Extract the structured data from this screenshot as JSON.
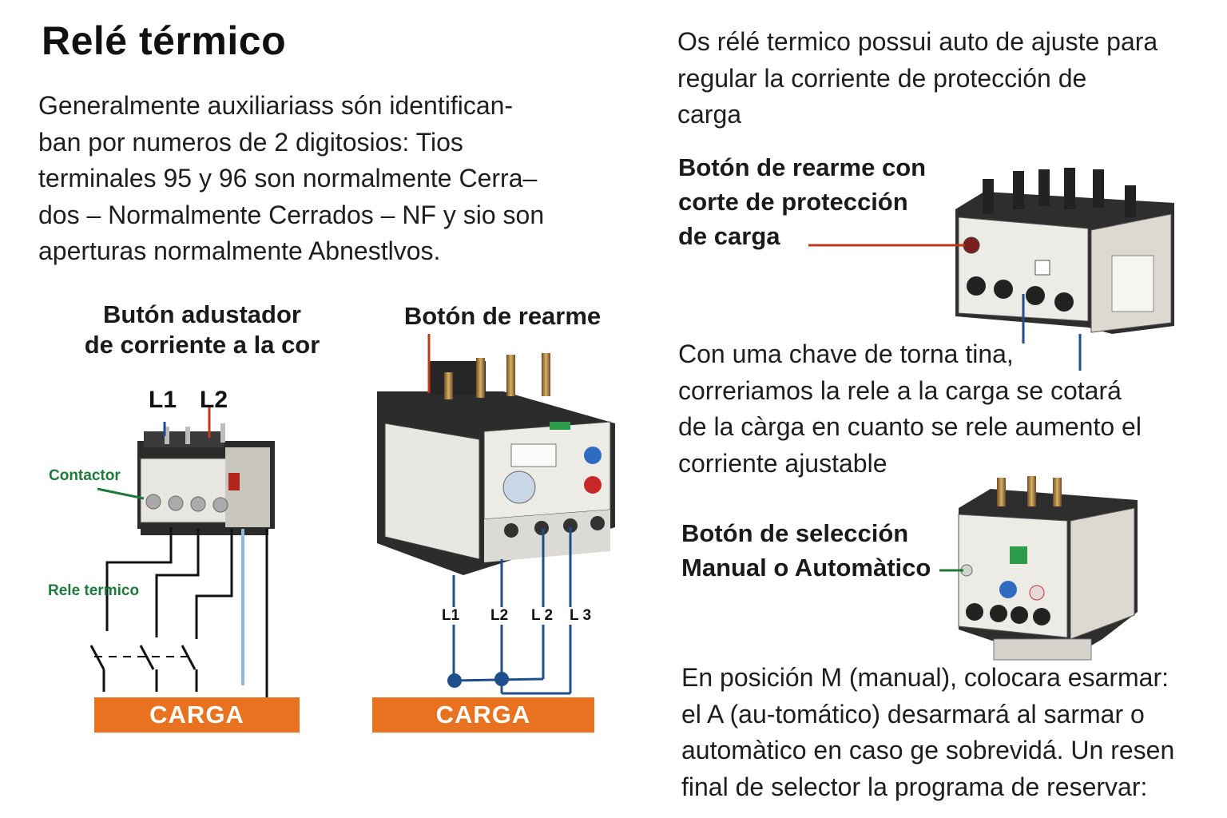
{
  "title": "Relé térmico",
  "left_text": {
    "lines": [
      "Generalmente auxiliariass són identifican-",
      "ban por numeros de 2 digitosios: Tios",
      "terminales 95 y 96  son normalmente Cerra–",
      "dos – Normalmente Cerrados – NF  y sio son",
      "aperturas normalmente Abnestlvos."
    ]
  },
  "diagram_left": {
    "label_line1": "Butón adustador",
    "label_line2": "de corriente a la cor",
    "l1": "L1",
    "l2": "L2",
    "contactor": "Contactor",
    "rele_termico": "Rele termico",
    "carga": "CARGA"
  },
  "diagram_right": {
    "label": "Botón de rearme",
    "l1": "L1",
    "l2a": "L2",
    "l2b": "L 2",
    "l3": "L 3",
    "carga": "CARGA"
  },
  "right_top_text": {
    "lines": [
      "Os rélé termico possui auto de ajuste para",
      "regular  la  corriente de protección   de",
      "carga"
    ]
  },
  "callout_reset": {
    "lines": [
      "Botón de rearme con",
      "corte de protección",
      "de carga"
    ]
  },
  "right_mid_text": {
    "lines": [
      "Con   uma chave de torna tina,",
      "correriamos la rele a la carga se cotará",
      "de la càrga en cuanto se rele aumento el",
      "corriente ajustable"
    ]
  },
  "callout_select": {
    "lines": [
      "Botón de selección",
      "Manual o Automàtico"
    ]
  },
  "right_bottom_text": {
    "lines": [
      "En posición M (manual), colocara esarmar:",
      "el A (au-tomático) desarmará al sarmar o",
      "automàtico en caso ge sobrevidá. Un resen",
      "final de selector la programa de reservar:"
    ]
  },
  "colors": {
    "carga_orange": "#e8721f",
    "wire_blue": "#1f4e8c",
    "wire_red": "#c0391b",
    "contactor_green": "#1d7a3a",
    "light_blue_wire": "#8fb8dd"
  }
}
